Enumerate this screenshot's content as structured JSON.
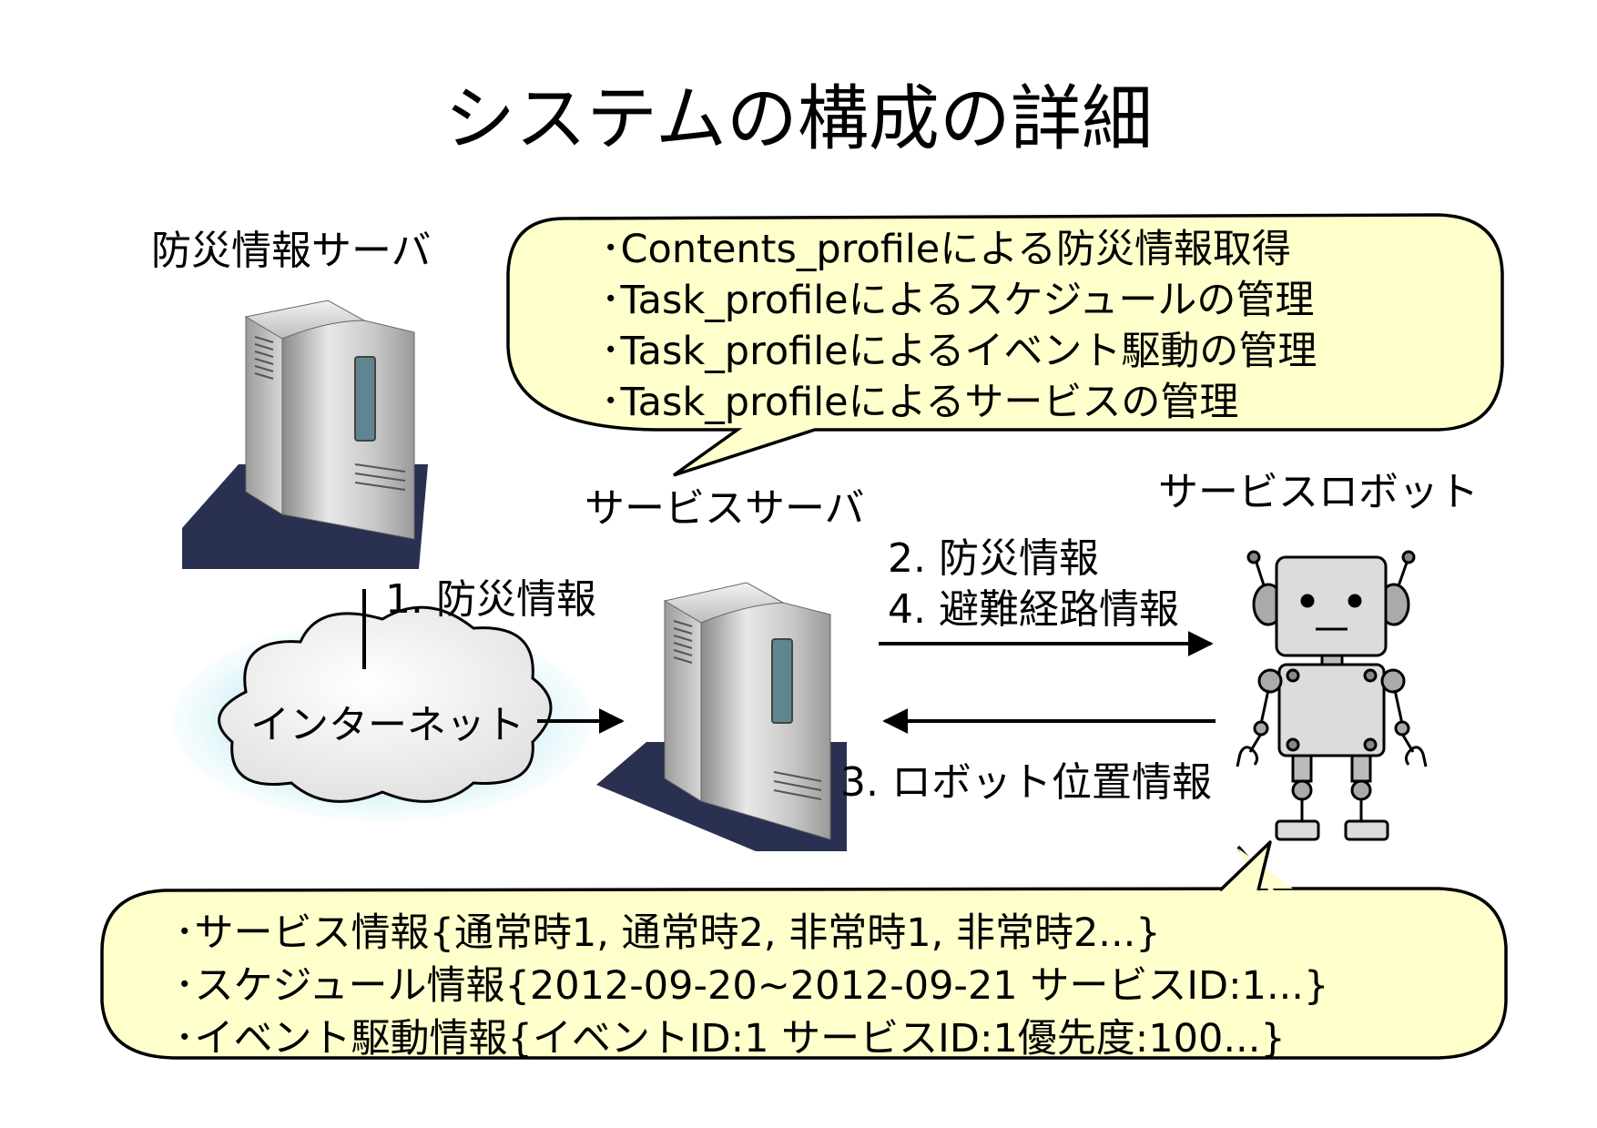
{
  "title": "システムの構成の詳細",
  "labels": {
    "disaster_server": "防災情報サーバ",
    "service_server": "サービスサーバ",
    "service_robot": "サービスロボット",
    "internet": "インターネット",
    "step1": "1. 防災情報",
    "step2": "2. 防災情報",
    "step4": "4. 避難経路情報",
    "step3": "3. ロボット位置情報"
  },
  "top_bubble": [
    "･Contents_profileによる防災情報取得",
    "･Task_profileによるスケジュールの管理",
    "･Task_profileによるイベント駆動の管理",
    "･Task_profileによるサービスの管理"
  ],
  "bottom_bubble": [
    "･サービス情報{通常時1, 通常時2, 非常時1, 非常時2...}",
    "･スケジュール情報{2012-09-20~2012-09-21 サービスID:1...}",
    "･イベント駆動情報{イベントID:1 サービスID:1優先度:100...}"
  ],
  "colors": {
    "bubble_fill": "#ffffcc",
    "server_base": "#2a3050",
    "server_body": "#b8b8b8",
    "server_window": "#5f8591",
    "cloud_glow": "#cfeef5",
    "robot_body": "#dcdcdc"
  }
}
